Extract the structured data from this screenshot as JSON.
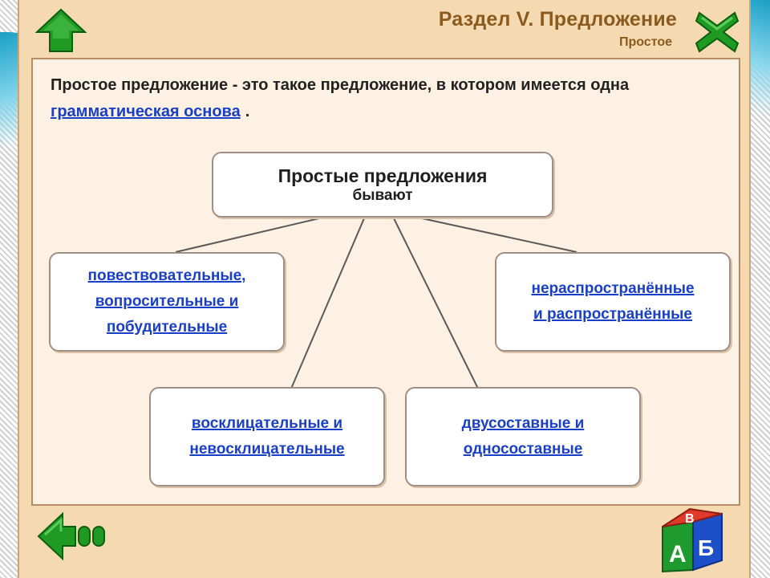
{
  "header": {
    "title": "Раздел V. Предложение",
    "subtitle": "Простое"
  },
  "icons": {
    "up": "up-arrow-icon",
    "close": "close-x-icon",
    "back": "back-arrow-icon",
    "abc": "abc-blocks-icon",
    "accent_green": "#1f9a22",
    "accent_blue": "#1a3fc7"
  },
  "intro": {
    "text_part1": "Простое предложение - это такое предложение, в котором имеется одна ",
    "link": "грамматическая основа",
    "text_part2": "."
  },
  "diagram": {
    "root_title": "Простые предложения",
    "root_subtitle": "бывают",
    "boxes": [
      {
        "line1": "повествовательные,",
        "line2": "вопросительные и",
        "line3": "побудительные"
      },
      {
        "line1": "нераспространённые",
        "line2": "и распространённые"
      },
      {
        "line1": "восклицательные и",
        "line2": "невосклицательные"
      },
      {
        "line1": "двусоставные и",
        "line2": "односоставные"
      }
    ]
  },
  "cube_letters": {
    "front": "А",
    "right": "Б",
    "top": "В"
  }
}
